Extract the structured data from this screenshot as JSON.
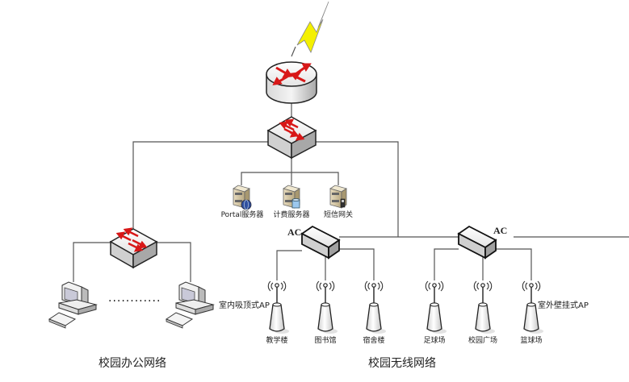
{
  "diagram": {
    "title": "校园网络拓扑",
    "devices": {
      "router": {
        "type": "router",
        "label": ""
      },
      "core_switch": {
        "type": "switch",
        "label": ""
      },
      "office_switch": {
        "type": "switch",
        "label": ""
      },
      "ac_left": {
        "type": "wireless-controller",
        "label": "AC"
      },
      "ac_right": {
        "type": "wireless-controller",
        "label": "AC"
      }
    },
    "servers": [
      {
        "label": "Portal服务器",
        "badge": "globe"
      },
      {
        "label": "计费服务器",
        "badge": "database"
      },
      {
        "label": "短信网关",
        "badge": "phone"
      }
    ],
    "office": {
      "section_label": "校园办公网络",
      "ellipsis": "············",
      "computers": 2
    },
    "wireless": {
      "section_label": "校园无线网络",
      "indoor_ap_label": "室内吸顶式AP",
      "outdoor_ap_label": "室外壁挂式AP",
      "left_aps": [
        {
          "label": "教学楼"
        },
        {
          "label": "图书馆"
        },
        {
          "label": "宿舍楼"
        }
      ],
      "right_aps": [
        {
          "label": "足球场"
        },
        {
          "label": "校园广场"
        },
        {
          "label": "篮球场"
        }
      ]
    },
    "colors": {
      "line": "#555555",
      "arrow": "#e02020",
      "lightning": "#f4f000",
      "device_face": "#eeeeee",
      "device_side": "#bbbbbb"
    }
  }
}
